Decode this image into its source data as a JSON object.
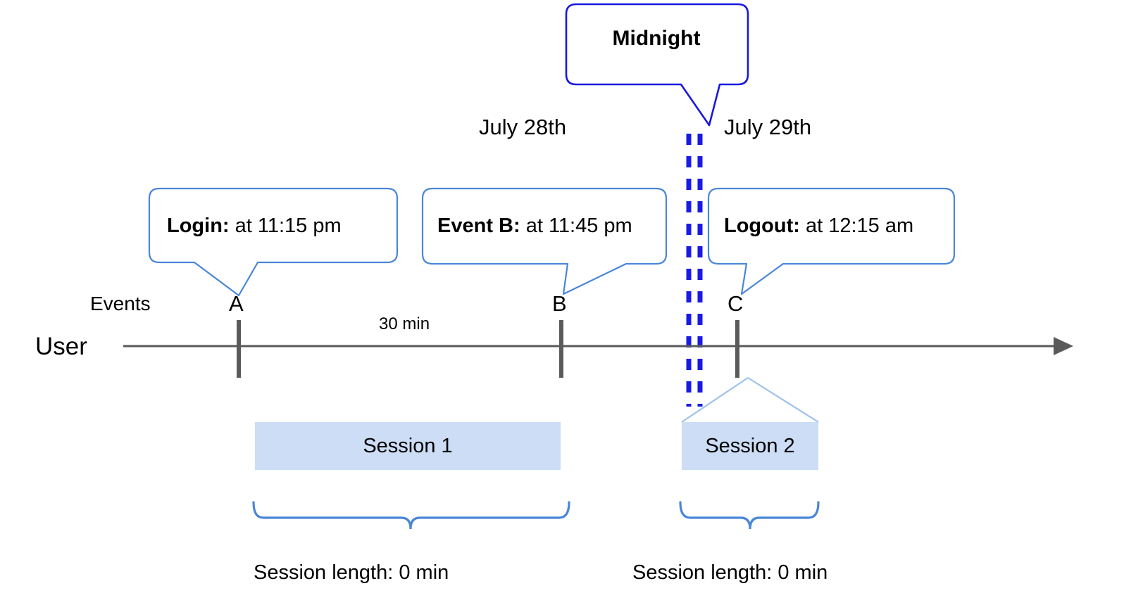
{
  "diagram": {
    "title_callout": {
      "label": "Midnight"
    },
    "day_labels": [
      {
        "name": "day-label-left",
        "text": "July 28th"
      },
      {
        "name": "day-label-right",
        "text": "July 29th"
      }
    ],
    "event_callouts": [
      {
        "name": "login-callout",
        "bold": "Login:",
        "rest": " at 11:15 pm"
      },
      {
        "name": "eventb-callout",
        "bold": "Event B:",
        "rest": " at 11:45 pm"
      },
      {
        "name": "logout-callout",
        "bold": "Logout:",
        "rest": " at 12:15 am"
      }
    ],
    "row_labels": {
      "events": "Events",
      "user": "User"
    },
    "event_points": [
      {
        "name": "point-a",
        "label": "A"
      },
      {
        "name": "point-b",
        "label": "B"
      },
      {
        "name": "point-c",
        "label": "C"
      }
    ],
    "interval_label": "30 min",
    "sessions": [
      {
        "name": "session-1-box",
        "label": "Session 1",
        "length_label": "Session length: 0 min"
      },
      {
        "name": "session-2-box",
        "label": "Session 2",
        "length_label": "Session length: 0 min"
      }
    ],
    "colors": {
      "midnight_line": "#1A1AE6",
      "midnight_border": "#1818E0",
      "callout_border": "#4A86D8",
      "session_fill": "#CCDDF5",
      "brace": "#4A86D8",
      "axis": "#5A5A5A",
      "tick": "#5A5A5A",
      "text": "#000000"
    }
  }
}
